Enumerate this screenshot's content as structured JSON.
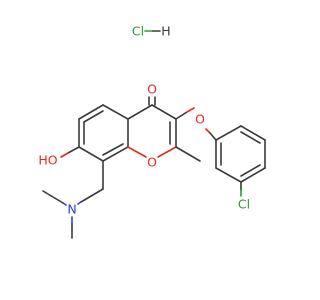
{
  "molecule": {
    "salt": {
      "cl": "Cl",
      "h": "H"
    },
    "atoms": {
      "carbonyl_o": "O",
      "ether_o": "O",
      "ring_o": "O",
      "hydroxyl": "HO",
      "amine_n": "N",
      "chloro": "Cl"
    }
  },
  "colors": {
    "bond": "#3a3a3a",
    "oxygen": "#e8291f",
    "nitrogen": "#2b3fd6",
    "chlorine": "#2e9a2e"
  }
}
